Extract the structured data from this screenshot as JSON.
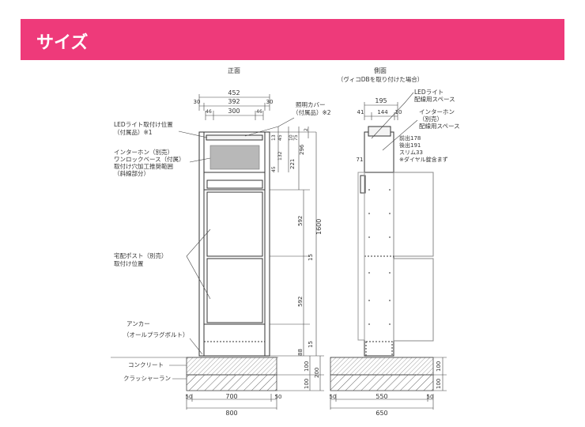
{
  "header": {
    "title": "サイズ",
    "color": "#ee3a7a"
  },
  "front": {
    "title": "正面",
    "dims": {
      "total_width": "452",
      "side_left": "30",
      "inner_width": "392",
      "side_right": "30",
      "light_left": "46",
      "light_width": "300",
      "light_right": "46"
    },
    "right_dims": {
      "d10": "10",
      "d75": "75",
      "d2": "2",
      "d13": "13",
      "d45a": "45",
      "d132": "132",
      "d45b": "45",
      "d296": "296",
      "d221": "221",
      "d592a": "592",
      "d15a": "15",
      "d592b": "592",
      "d15b": "15",
      "d88": "88",
      "d1600": "1600",
      "d100a": "100",
      "d100b": "100",
      "d200": "200"
    },
    "bottom_dims": {
      "side_left": "50",
      "inner": "700",
      "side_right": "50",
      "total": "800"
    },
    "labels": {
      "cover_1": "照明カバー",
      "cover_2": "（付属品）※2",
      "led_1": "LEDライト取付け位置",
      "led_2": "（付属品）※1",
      "intercom_1": "インターホン（別売）",
      "intercom_2": "ワンロックベース（付属）",
      "intercom_3": "取付け穴加工推奨範囲",
      "intercom_4": "（斜線部分）",
      "delivery_1": "宅配ポスト（別売）",
      "delivery_2": "取付け位置",
      "anchor_1": "アンカー",
      "anchor_2": "（オールプラグボルト）",
      "concrete": "コンクリート",
      "crusher": "クラッシャーラン"
    }
  },
  "side": {
    "title": "側面",
    "subtitle": "（ヴィコDBを取り付けた場合）",
    "dims": {
      "total": "195",
      "d41": "41",
      "d144": "144",
      "d10": "10",
      "d71": "71"
    },
    "labels": {
      "led_1": "LEDライト",
      "led_2": "配線用スペース",
      "intercom_1": "インターホン",
      "intercom_2": "（別売）",
      "intercom_3": "配線用スペース",
      "spec_1": "前出178",
      "spec_2": "後出191",
      "spec_3": "スリム33",
      "spec_4": "※ダイヤル錠含まず"
    },
    "right_dims": {
      "d100a": "100",
      "d100b": "100"
    },
    "bottom_dims": {
      "side_left": "50",
      "inner": "550",
      "side_right": "50",
      "total": "650"
    }
  }
}
